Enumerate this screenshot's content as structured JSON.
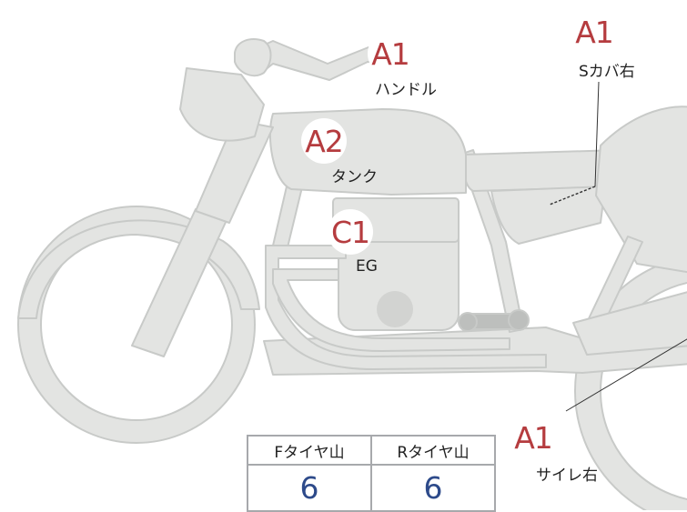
{
  "annotations": [
    {
      "id": "handle",
      "grade": "A1",
      "label": "ハンドル"
    },
    {
      "id": "side-cover-right",
      "grade": "A1",
      "label": "Sカバ右"
    },
    {
      "id": "tank",
      "grade": "A2",
      "label": "タンク"
    },
    {
      "id": "engine",
      "grade": "C1",
      "label": "EG"
    },
    {
      "id": "muffler-right",
      "grade": "A1",
      "label": "サイレ右"
    }
  ],
  "tire_table": {
    "headers": [
      "Fタイヤ山",
      "Rタイヤ山"
    ],
    "values": [
      "6",
      "6"
    ]
  },
  "colors": {
    "bike_fill": "#e3e4e2",
    "bike_stroke": "#c8cac8",
    "grade_text": "#b53c3f",
    "table_value": "#2d4a8a",
    "table_border": "#a7a9ac"
  }
}
